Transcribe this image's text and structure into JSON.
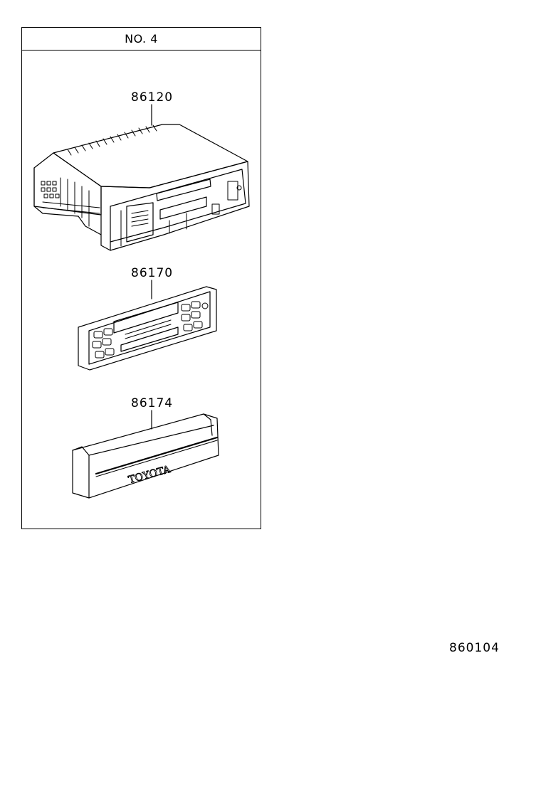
{
  "frame": {
    "title": "NO. 4"
  },
  "parts": [
    {
      "number": "86120"
    },
    {
      "number": "86170"
    },
    {
      "number": "86174",
      "logo_text": "TOYOTA"
    }
  ],
  "catalog_number": "860104"
}
